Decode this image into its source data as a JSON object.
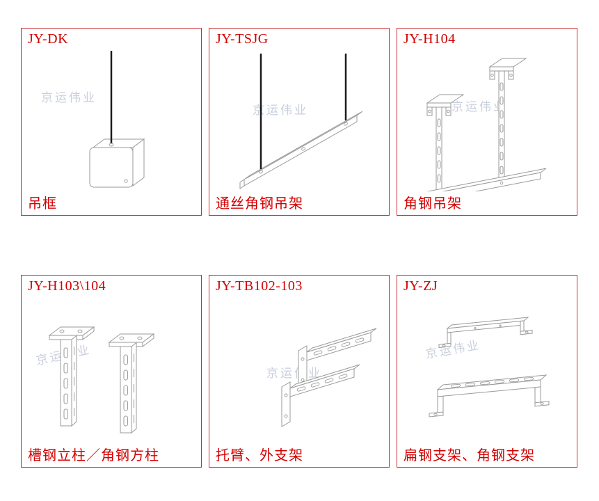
{
  "watermark": "京运伟业",
  "colors": {
    "border": "#cc2a2a",
    "label": "#d40000",
    "line": "#9a9a9a",
    "rod": "#1b1b1b",
    "watermark": "#c9cfdc"
  },
  "cells": [
    {
      "code": "JY-DK",
      "name": "吊框"
    },
    {
      "code": "JY-TSJG",
      "name": "通丝角钢吊架"
    },
    {
      "code": "JY-H104",
      "name": "角钢吊架"
    },
    {
      "code": "JY-H103\\104",
      "name": "槽钢立柱／角钢方柱"
    },
    {
      "code": "JY-TB102-103",
      "name": "托臂、外支架"
    },
    {
      "code": "JY-ZJ",
      "name": "扁钢支架、角钢支架"
    }
  ]
}
